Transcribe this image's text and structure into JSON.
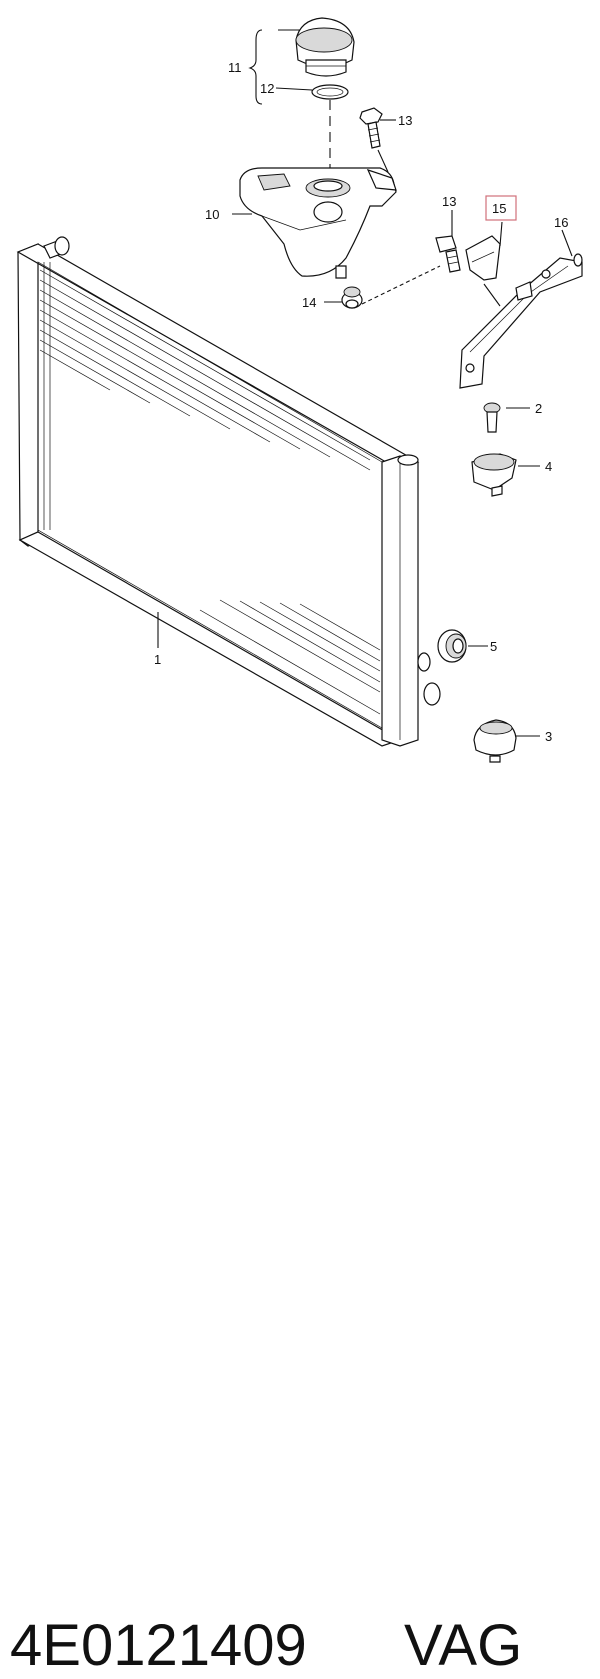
{
  "diagram": {
    "callouts": {
      "c1": "1",
      "c2": "2",
      "c3": "3",
      "c4": "4",
      "c5": "5",
      "c10": "10",
      "c11": "11",
      "c12": "12",
      "c13a": "13",
      "c13b": "13",
      "c14": "14",
      "c15": "15",
      "c16": "16"
    },
    "highlight_color": "#d0707a"
  },
  "caption": {
    "part_number": "4E0121409",
    "brand": "VAG"
  }
}
